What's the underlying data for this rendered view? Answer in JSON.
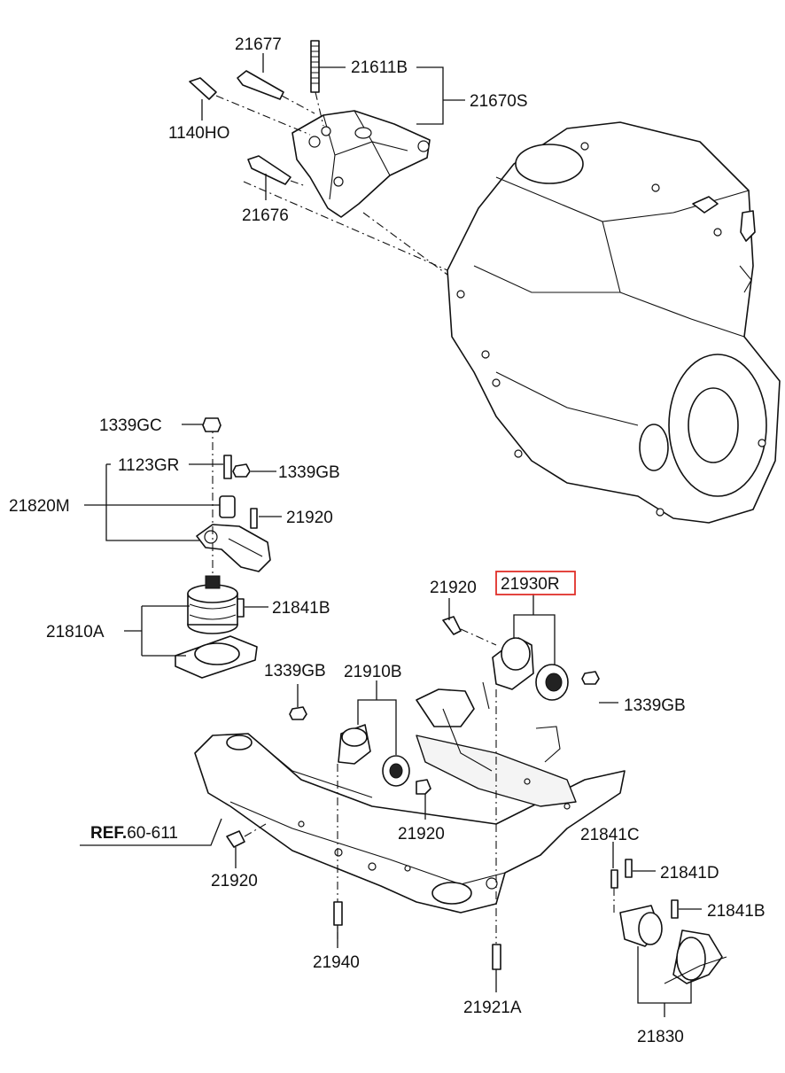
{
  "callouts": {
    "c21677": "21677",
    "c21611B": "21611B",
    "c21670S": "21670S",
    "c1140HO": "1140HO",
    "c21676": "21676",
    "c1339GC": "1339GC",
    "c1123GR": "1123GR",
    "c1339GB_a": "1339GB",
    "c21820M": "21820M",
    "c21920_a": "21920",
    "c21841B_a": "21841B",
    "c21810A": "21810A",
    "c21920_b": "21920",
    "c21930R": "21930R",
    "c1339GB_b": "1339GB",
    "c1339GB_c": "1339GB",
    "c21910B": "21910B",
    "c21920_c": "21920",
    "ref_bold": "REF.",
    "ref_num": "60-611",
    "c21920_d": "21920",
    "c21841C": "21841C",
    "c21841D": "21841D",
    "c21841B_b": "21841B",
    "c21940": "21940",
    "c21921A": "21921A",
    "c21830": "21830"
  },
  "highlight": {
    "target_part": "21930R",
    "box_color": "#e0302a"
  }
}
